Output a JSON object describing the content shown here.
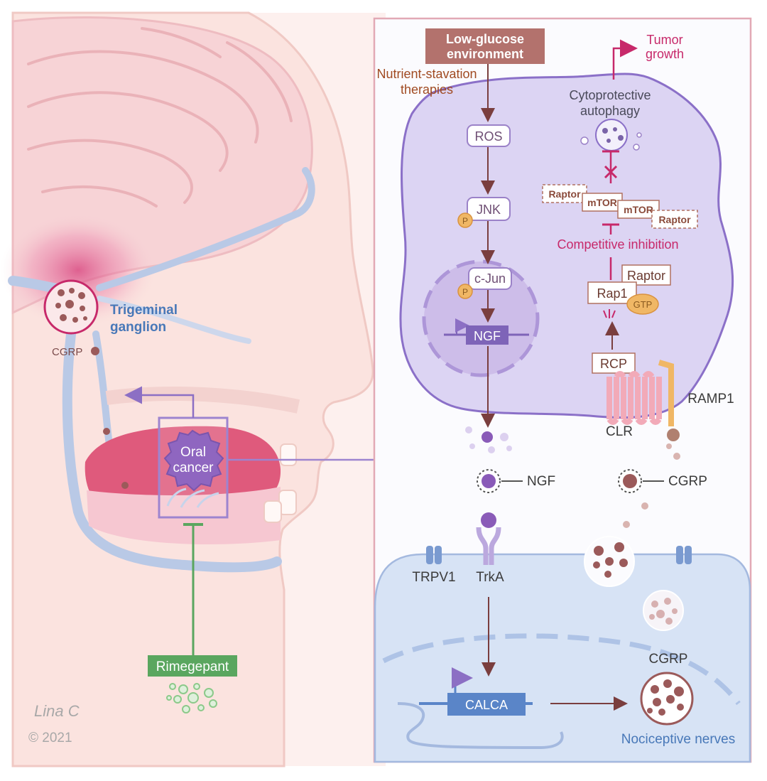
{
  "colors": {
    "brain": "#f6d6d8",
    "skin": "#fce9e6",
    "cell": "#dcd4f3",
    "nerve_cell": "#d7e3f5",
    "accent_pink": "#c7296a",
    "accent_brown": "#a04a21",
    "accent_green": "#5aa65f",
    "accent_blue": "#4878b8",
    "gene_box": "#7e64b8",
    "calca_box": "#5a85c8"
  },
  "head": {
    "trigeminal_label": "Trigeminal ganglion",
    "trigeminal_line1": "Trigeminal",
    "trigeminal_line2": "ganglion",
    "cgrp_label": "CGRP",
    "oral_cancer_line1": "Oral",
    "oral_cancer_line2": "cancer",
    "rimegepant": "Rimegepant",
    "signature": "Lina C",
    "copyright": "© 2021"
  },
  "cell": {
    "low_glucose_line1": "Low-glucose",
    "low_glucose_line2": "environment",
    "therapy_line1": "Nutrient-stavation",
    "therapy_line2": "therapies",
    "ros": "ROS",
    "jnk": "JNK",
    "cjun": "c-Jun",
    "p": "P",
    "ngf_gene": "NGF",
    "tumor_line1": "Tumor",
    "tumor_line2": "growth",
    "autophagy_line1": "Cytoprotective",
    "autophagy_line2": "autophagy",
    "raptor": "Raptor",
    "mtor": "mTOR",
    "competitive": "Competitive inhibition",
    "rap1": "Rap1",
    "gtp": "GTP",
    "rcp": "RCP",
    "ramp1": "RAMP1",
    "clr": "CLR",
    "ngf_ligand": "NGF",
    "cgrp_ligand": "CGRP"
  },
  "nerve": {
    "trpv1": "TRPV1",
    "trka": "TrkA",
    "calca": "CALCA",
    "cgrp": "CGRP",
    "nociceptive": "Nociceptive nerves"
  }
}
